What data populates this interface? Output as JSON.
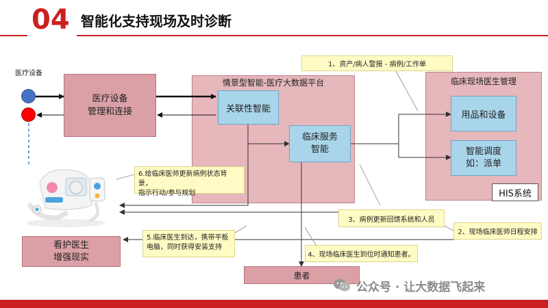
{
  "header": {
    "number": "04",
    "title": "智能化支持现场及时诊断"
  },
  "labels": {
    "medical_device": "医疗设备",
    "device_mgmt_line1": "医疗设备",
    "device_mgmt_line2": "管理和连接",
    "platform_title": "情景型智能-医疗大数据平台",
    "correlation": "关联性智能",
    "clinical_service_line1": "临床服务",
    "clinical_service_line2": "智能",
    "doctor_mgmt_title": "临床现场医生管理",
    "supplies": "用品和设备",
    "dispatch_line1": "智能调度",
    "dispatch_line2": "如：派单",
    "his": "HIS系统",
    "nurse_line1": "看护医生",
    "nurse_line2": "增强现实",
    "patient": "患者"
  },
  "notes": {
    "n1": "1、资产/病人警报 - 病例/工作单",
    "n2": "2、现场临床医师日程安排",
    "n3": "3、病例更新回馈系统和人员",
    "n4": "4、现场临床医生到位时通知患者。",
    "n5_line1": "5.临床医生到达，携带平板",
    "n5_line2": "电脑，同时获得安装支持",
    "n6_line1": "6.给临床医师更新病例状态背景，",
    "n6_line2": "指示行动/参与规划"
  },
  "watermark": "公众号 · 让大数据飞起来",
  "colors": {
    "accent": "#cc1f1f",
    "pink": "#dba0a6",
    "blue": "#a9d5ea",
    "note": "#fffbc4"
  }
}
